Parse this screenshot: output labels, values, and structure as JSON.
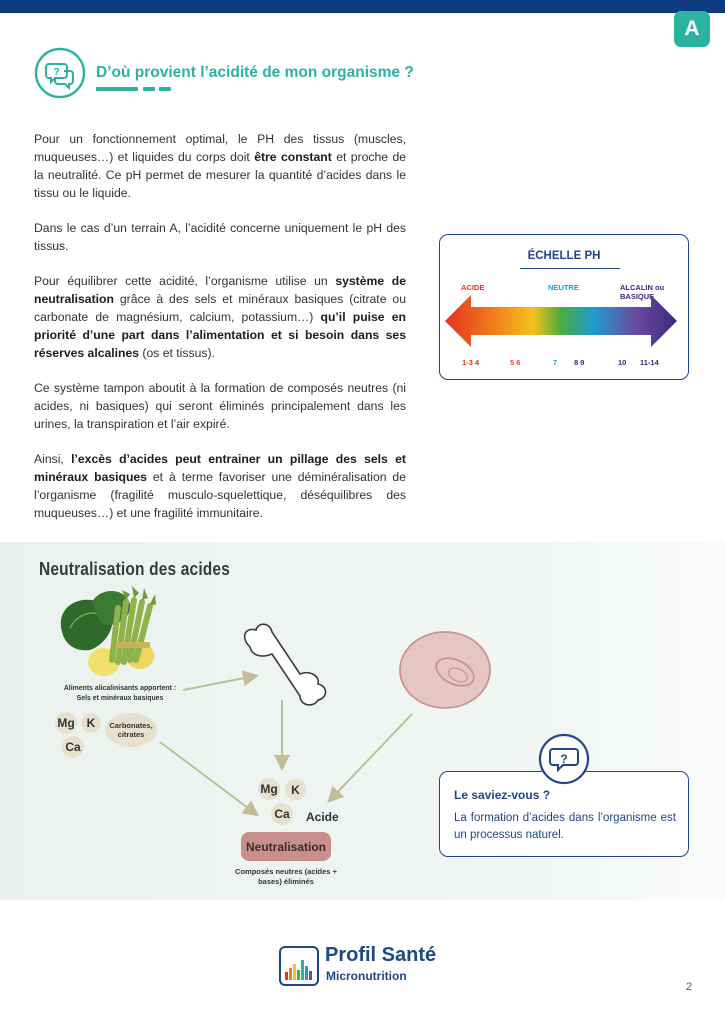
{
  "header": {
    "badge": "A"
  },
  "section_title": "D’où provient l’acidité de mon organisme ?",
  "paragraphs": [
    [
      {
        "t": "Pour un fonctionnement optimal, le PH des tissus (muscles, muqueuses…) et liquides du corps doit "
      },
      {
        "t": "être constant",
        "b": true
      },
      {
        "t": " et proche de la neutralité. Ce pH permet de mesurer la quantité d’acides dans le tissu ou le liquide."
      }
    ],
    [
      {
        "t": "Dans le cas d’un terrain A, l’acidité concerne uniquement le pH des tissus."
      }
    ],
    [
      {
        "t": "Pour équilibrer cette acidité, l’organisme utilise un "
      },
      {
        "t": "système de neutralisation",
        "b": true
      },
      {
        "t": " grâce à des sels et minéraux basiques (citrate ou carbonate de magnésium, calcium, potassium…) "
      },
      {
        "t": "qu’il puise en priorité d’une part dans l’alimentation et si besoin dans ses réserves alcalines",
        "b": true
      },
      {
        "t": " (os et tissus)."
      }
    ],
    [
      {
        "t": "Ce système tampon aboutit à la formation de composés neutres (ni acides, ni basiques) qui seront éliminés principalement dans les urines, la transpiration et l’air expiré."
      }
    ],
    [
      {
        "t": "Ainsi, "
      },
      {
        "t": "l’excès d’acides peut entrainer un pillage des sels et minéraux basiques",
        "b": true
      },
      {
        "t": " et à terme favoriser une déminéralisation de l’organisme (fragilité musculo-squelettique, déséquilibres des muqueuses…) et une fragilité immunitaire."
      }
    ]
  ],
  "ph_scale": {
    "title": "ÉCHELLE PH",
    "labels": {
      "acid": "ACIDE",
      "neutral": "NEUTRE",
      "alkaline": "ALCALIN ou BASIQUE"
    },
    "numbers": [
      "1-3 4",
      "5 6",
      "7",
      "8 9",
      "10",
      "11-14"
    ],
    "colors": [
      "#e53222",
      "#f07a1c",
      "#f6c21b",
      "#4bab3d",
      "#1f9ccf",
      "#6a4ba0",
      "#3c2a7f"
    ]
  },
  "neutralisation": {
    "title": "Neutralisation des acides",
    "aliments_text": "Aliments alicalinisants apportent : Sels et minéraux basiques",
    "minerals": [
      "Mg",
      "K",
      "Ca"
    ],
    "carbonates": "Carbonates, citrates",
    "acide": "Acide",
    "button": "Neutralisation",
    "result": "Composés neutres (acides + bases) éliminés"
  },
  "info_box": {
    "title": "Le saviez-vous ?",
    "text": "La formation d’acides dans l’organisme est un processus naturel."
  },
  "footer": {
    "brand": "Profil Santé",
    "sub": "Micronutrition",
    "page": "2"
  }
}
